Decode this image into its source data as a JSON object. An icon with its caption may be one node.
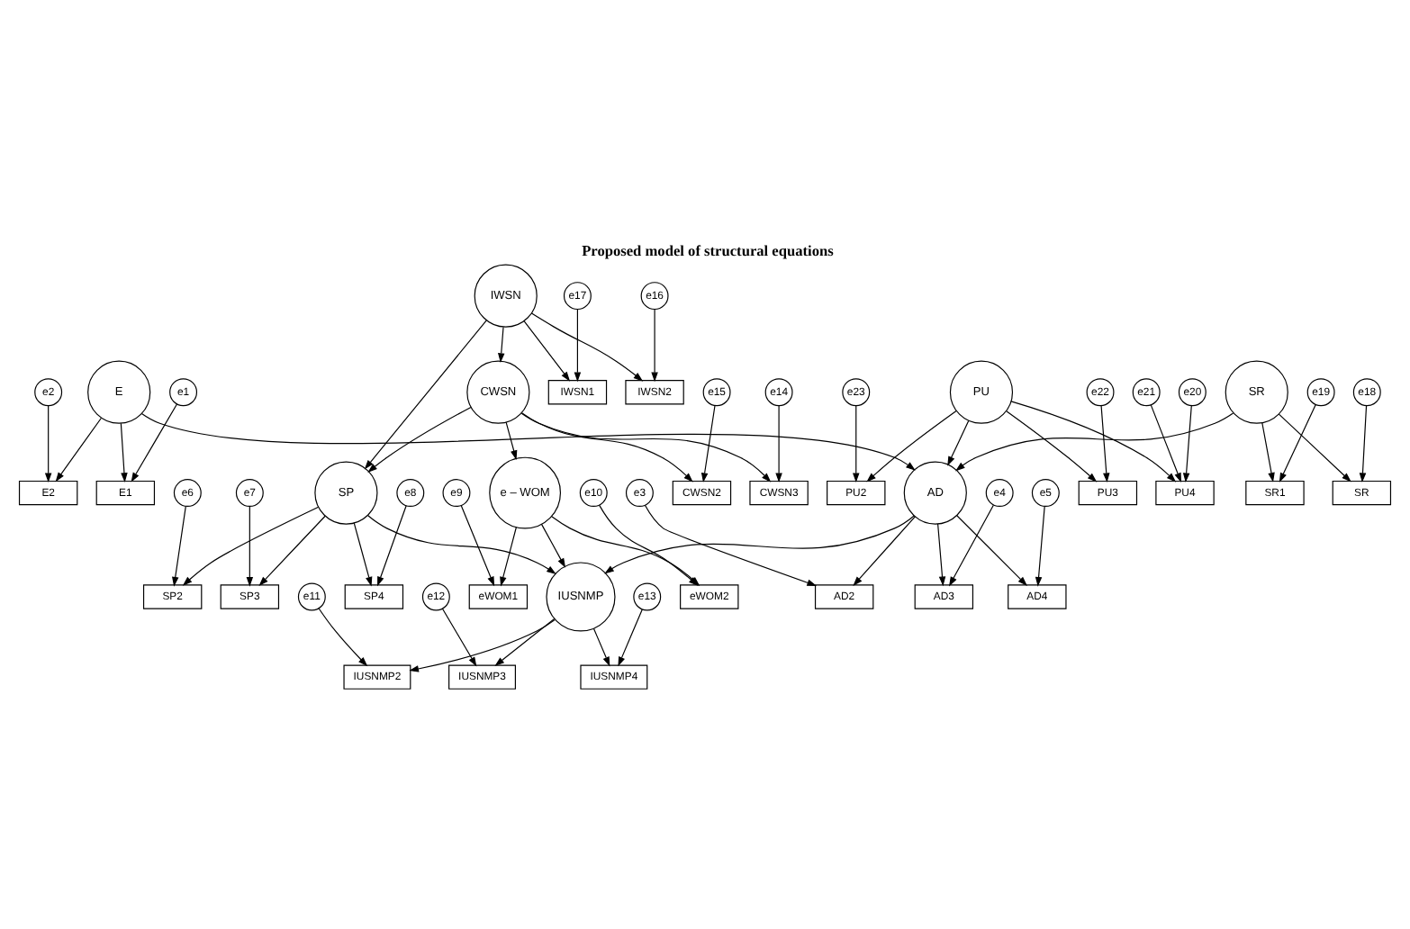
{
  "diagram": {
    "title": "Proposed model of structural equations",
    "nodes": [
      {
        "text": [
          "e2"
        ]
      },
      {
        "text": [
          "e3"
        ]
      },
      {
        "text": [
          "e4"
        ]
      },
      {
        "text": [
          "e5"
        ]
      },
      {
        "text": [
          "e6"
        ]
      },
      {
        "text": [
          "e7"
        ]
      },
      {
        "text": [
          "e8"
        ]
      },
      {
        "text": [
          "E2"
        ]
      },
      {
        "text": [
          "AD2"
        ]
      },
      {
        "text": [
          "AD3"
        ]
      },
      {
        "text": [
          "AD4"
        ]
      },
      {
        "text": [
          "SP2"
        ]
      },
      {
        "text": [
          "SP3"
        ]
      },
      {
        "text": [
          "SP4"
        ]
      },
      {
        "text": [
          "e1"
        ]
      },
      {
        "text": [
          "E1"
        ]
      },
      {
        "text": [
          "E"
        ]
      },
      {
        "text": [
          "AD"
        ]
      },
      {
        "text": [
          "SP"
        ]
      },
      {
        "text": [
          "e – WOM"
        ]
      },
      {
        "text": [
          "eWOM1"
        ]
      },
      {
        "text": [
          "e9"
        ]
      },
      {
        "text": [
          "eWOM2"
        ]
      },
      {
        "text": [
          "e10"
        ]
      },
      {
        "text": [
          "e23"
        ]
      },
      {
        "text": [
          "PU2"
        ]
      },
      {
        "text": [
          "PU"
        ]
      },
      {
        "text": [
          "e22"
        ]
      },
      {
        "text": [
          "PU3"
        ]
      },
      {
        "text": [
          "SR"
        ]
      },
      {
        "text": [
          "IWSN"
        ]
      },
      {
        "text": [
          "CWSN"
        ]
      },
      {
        "text": [
          "IUSNMP"
        ]
      },
      {
        "text": [
          "IUSNMP2"
        ]
      },
      {
        "text": [
          "e11"
        ]
      },
      {
        "text": [
          "IUSNMP3"
        ]
      },
      {
        "text": [
          "e12"
        ]
      },
      {
        "text": [
          "e21"
        ]
      },
      {
        "text": [
          "PU4"
        ]
      },
      {
        "text": [
          "SR1"
        ]
      },
      {
        "text": [
          "SR"
        ]
      },
      {
        "text": [
          "IUSNMP4"
        ]
      },
      {
        "text": [
          "e13"
        ]
      },
      {
        "text": [
          "e20"
        ]
      },
      {
        "text": [
          "e19"
        ]
      },
      {
        "text": [
          "e18"
        ]
      },
      {
        "text": [
          "IWSN1"
        ]
      },
      {
        "text": [
          "IWSN2"
        ]
      },
      {
        "text": [
          "CWSN2"
        ]
      },
      {
        "text": [
          "CWSN3"
        ]
      },
      {
        "text": [
          "e17"
        ]
      },
      {
        "text": [
          "e16"
        ]
      },
      {
        "text": [
          "e15"
        ]
      },
      {
        "text": [
          "e14"
        ]
      }
    ],
    "edges": [
      {
        "from": 0,
        "to": 7,
        "arrow": "to"
      },
      {
        "from": 1,
        "to": 8,
        "arrow": "to"
      },
      {
        "from": 2,
        "to": 9,
        "arrow": "to"
      },
      {
        "from": 3,
        "to": 10,
        "arrow": "to"
      },
      {
        "from": 4,
        "to": 11,
        "arrow": "to"
      },
      {
        "from": 5,
        "to": 12,
        "arrow": "to"
      },
      {
        "from": 6,
        "to": 13,
        "arrow": "to"
      },
      {
        "from": 16,
        "to": 15,
        "arrow": "to"
      },
      {
        "from": 16,
        "to": 7,
        "arrow": "to"
      },
      {
        "from": 16,
        "to": 17,
        "arrow": "to"
      },
      {
        "from": 17,
        "to": 8,
        "arrow": "to"
      },
      {
        "from": 17,
        "to": 9,
        "arrow": "to"
      },
      {
        "from": 17,
        "to": 10,
        "arrow": "to"
      },
      {
        "from": 14,
        "to": 15,
        "arrow": "to"
      },
      {
        "from": 26,
        "to": 17,
        "arrow": "to"
      },
      {
        "from": 26,
        "to": 25,
        "arrow": "to"
      },
      {
        "from": 26,
        "to": 28,
        "arrow": "to"
      },
      {
        "from": 26,
        "to": 38,
        "arrow": "to"
      },
      {
        "from": 24,
        "to": 25,
        "arrow": "to"
      },
      {
        "from": 27,
        "to": 28,
        "arrow": "to"
      },
      {
        "from": 37,
        "to": 38,
        "arrow": "to"
      },
      {
        "from": 43,
        "to": 38,
        "arrow": "to"
      },
      {
        "from": 29,
        "to": 17,
        "arrow": "to"
      },
      {
        "from": 29,
        "to": 39,
        "arrow": "to"
      },
      {
        "from": 29,
        "to": 40,
        "arrow": "to"
      },
      {
        "from": 44,
        "to": 39,
        "arrow": "to"
      },
      {
        "from": 45,
        "to": 40,
        "arrow": "to"
      },
      {
        "from": 17,
        "to": 32,
        "arrow": "to"
      },
      {
        "from": 18,
        "to": 11,
        "arrow": "to"
      },
      {
        "from": 18,
        "to": 12,
        "arrow": "to"
      },
      {
        "from": 18,
        "to": 13,
        "arrow": "to"
      },
      {
        "from": 18,
        "to": 32,
        "arrow": "to"
      },
      {
        "from": 30,
        "to": 18,
        "arrow": "to"
      },
      {
        "from": 30,
        "to": 31,
        "arrow": "to"
      },
      {
        "from": 30,
        "to": 46,
        "arrow": "to"
      },
      {
        "from": 30,
        "to": 47,
        "arrow": "to"
      },
      {
        "from": 50,
        "to": 46,
        "arrow": "to"
      },
      {
        "from": 51,
        "to": 47,
        "arrow": "to"
      },
      {
        "from": 31,
        "to": 18,
        "arrow": "to"
      },
      {
        "from": 31,
        "to": 19,
        "arrow": "to"
      },
      {
        "from": 31,
        "to": 48,
        "arrow": "to"
      },
      {
        "from": 31,
        "to": 49,
        "arrow": "to"
      },
      {
        "from": 52,
        "to": 48,
        "arrow": "to"
      },
      {
        "from": 53,
        "to": 49,
        "arrow": "to"
      },
      {
        "from": 19,
        "to": 20,
        "arrow": "to"
      },
      {
        "from": 19,
        "to": 22,
        "arrow": "to"
      },
      {
        "from": 21,
        "to": 20,
        "arrow": "to"
      },
      {
        "from": 23,
        "to": 22,
        "arrow": "to"
      },
      {
        "from": 19,
        "to": 32,
        "arrow": "to"
      },
      {
        "from": 32,
        "to": 33,
        "arrow": "to"
      },
      {
        "from": 32,
        "to": 35,
        "arrow": "to"
      },
      {
        "from": 32,
        "to": 41,
        "arrow": "to"
      },
      {
        "from": 34,
        "to": 33,
        "arrow": "to"
      },
      {
        "from": 36,
        "to": 35,
        "arrow": "to"
      },
      {
        "from": 42,
        "to": 41,
        "arrow": "to"
      }
    ]
  }
}
